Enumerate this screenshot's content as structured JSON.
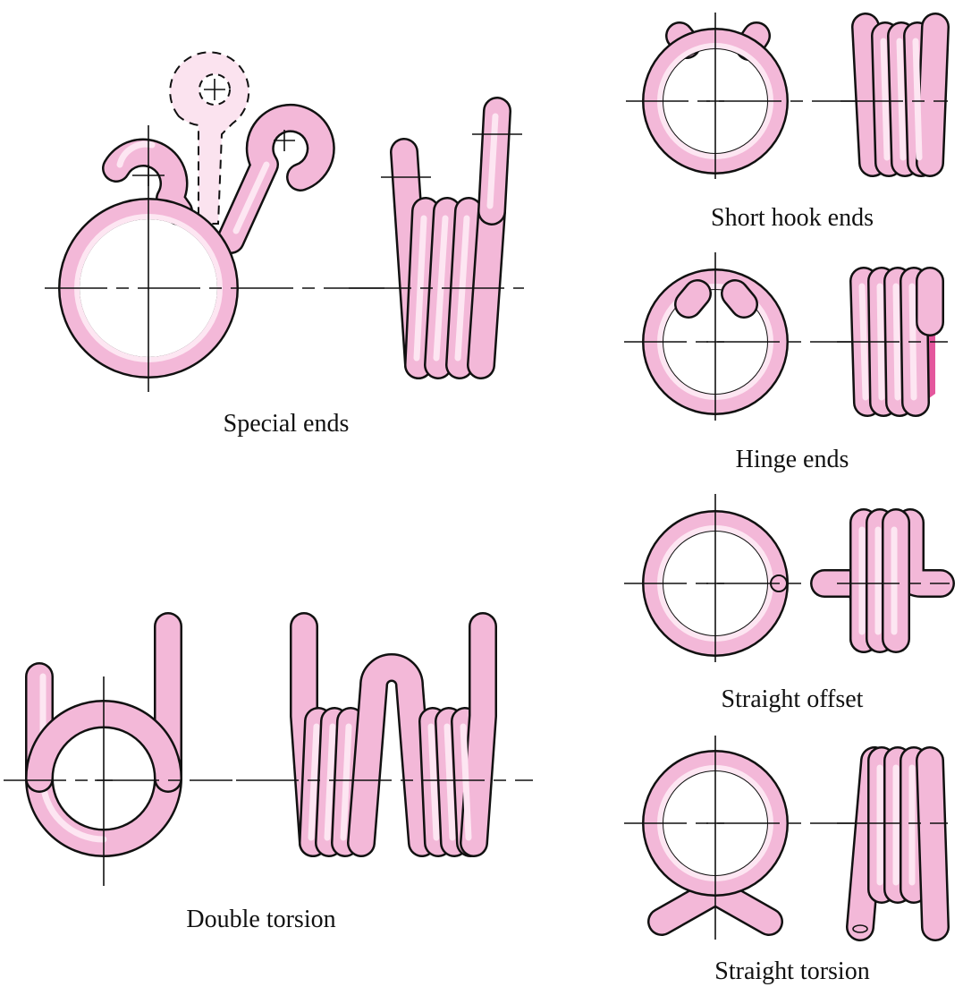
{
  "captions": {
    "special_ends": "Special ends",
    "short_hook_ends": "Short hook ends",
    "hinge_ends": "Hinge ends",
    "straight_offset": "Straight offset",
    "double_torsion": "Double torsion",
    "straight_torsion": "Straight torsion"
  },
  "colors": {
    "wire_fill": "#f3b8d8",
    "wire_highlight": "#fde6f2",
    "wire_outline": "#111111",
    "accent": "#e4579d",
    "background": "#ffffff"
  }
}
